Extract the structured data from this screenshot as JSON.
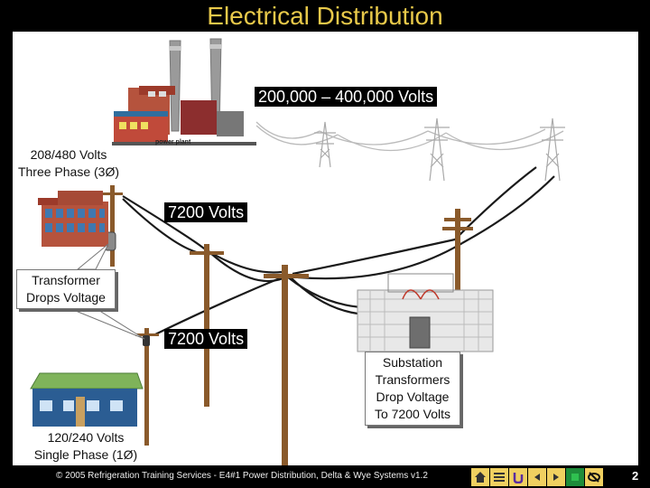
{
  "title": "Electrical Distribution",
  "labels": {
    "transmission_voltage": "200,000 – 400,000 Volts",
    "commercial_voltage_line1": "208/480 Volts",
    "commercial_voltage_line2": "Three Phase (3Ø)",
    "distribution_voltage_top": "7200 Volts",
    "distribution_voltage_bottom": "7200 Volts",
    "transformer_callout_line1": "Transformer",
    "transformer_callout_line2": "Drops Voltage",
    "substation_line1": "Substation",
    "substation_line2": "Transformers",
    "substation_line3": "Drop Voltage",
    "substation_line4": "To 7200 Volts",
    "residential_voltage_line1": "120/240 Volts",
    "residential_voltage_line2": "Single Phase (1Ø)",
    "power_plant_sign": "power plant"
  },
  "footer": {
    "copyright": "© 2005 Refrigeration Training Services - E4#1 Power Distribution, Delta & Wye Systems  v1.2",
    "page_number": "2"
  },
  "nav_icons": [
    "home-icon",
    "menu-icon",
    "return-icon",
    "previous-icon",
    "next-icon",
    "exit-icon"
  ],
  "colors": {
    "title": "#e8c94a",
    "background": "#000000",
    "panel": "#ffffff",
    "pole": "#8a5a2b",
    "house": "#7fb35a",
    "building": "#b5533d"
  }
}
